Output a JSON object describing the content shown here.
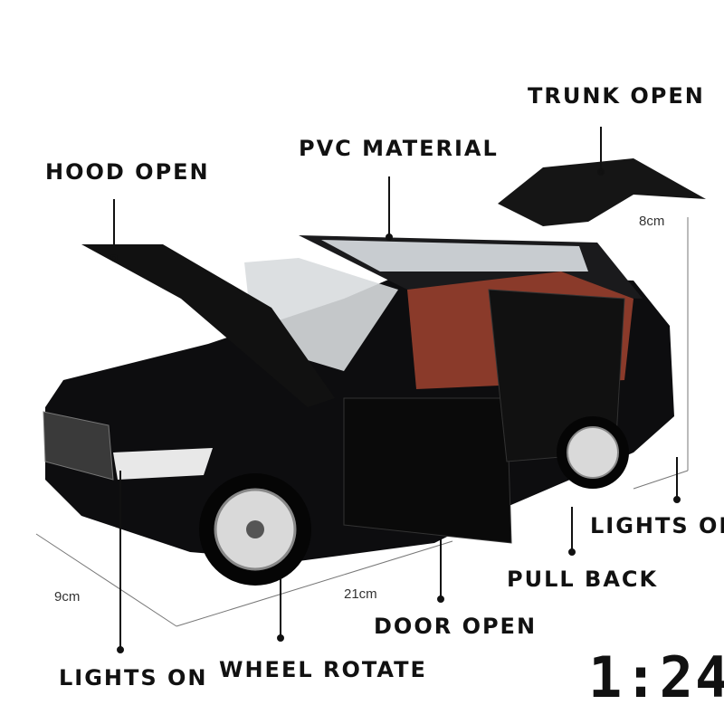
{
  "labels": {
    "trunk_open": "TRUNK OPEN",
    "pvc_material": "PVC MATERIAL",
    "hood_open": "HOOD OPEN",
    "lights_on_right": "LIGHTS ON",
    "pull_back": "PULL BACK",
    "door_open": "DOOR OPEN",
    "lights_on_left": "LIGHTS ON",
    "wheel_rotate": "WHEEL ROTATE"
  },
  "dimensions": {
    "height": "8cm",
    "width": "9cm",
    "length": "21cm"
  },
  "scale": "1:24",
  "colors": {
    "car_body": "#0d0d0f",
    "interior": "#8a3a2a",
    "text": "#111111"
  }
}
